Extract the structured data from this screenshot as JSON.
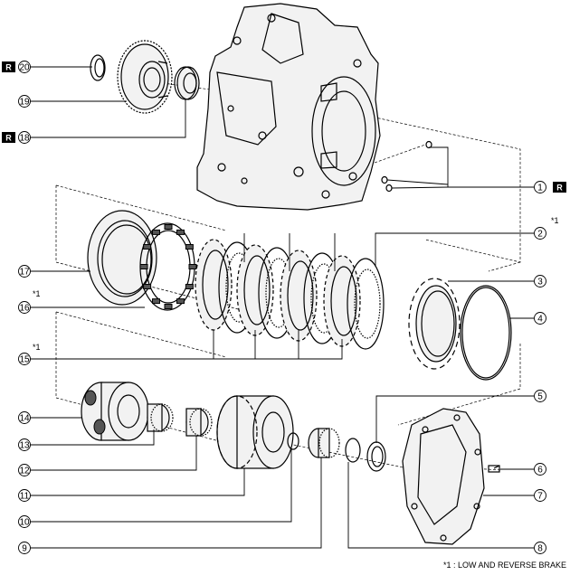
{
  "callouts": [
    {
      "id": "1",
      "label": "1",
      "replace": true
    },
    {
      "id": "2",
      "label": "2",
      "note": "*1"
    },
    {
      "id": "3",
      "label": "3"
    },
    {
      "id": "4",
      "label": "4"
    },
    {
      "id": "5",
      "label": "5"
    },
    {
      "id": "6",
      "label": "6"
    },
    {
      "id": "7",
      "label": "7"
    },
    {
      "id": "8",
      "label": "8"
    },
    {
      "id": "9",
      "label": "9"
    },
    {
      "id": "10",
      "label": "10"
    },
    {
      "id": "11",
      "label": "11"
    },
    {
      "id": "12",
      "label": "12"
    },
    {
      "id": "13",
      "label": "13"
    },
    {
      "id": "14",
      "label": "14"
    },
    {
      "id": "15",
      "label": "15",
      "note": "*1"
    },
    {
      "id": "16",
      "label": "16",
      "note": "*1"
    },
    {
      "id": "17",
      "label": "17"
    },
    {
      "id": "18",
      "label": "18",
      "replace": true
    },
    {
      "id": "19",
      "label": "19"
    },
    {
      "id": "20",
      "label": "20",
      "replace": true
    }
  ],
  "replace_mark": "R",
  "note_marker": "*1",
  "footnote": "*1 : LOW AND REVERSE BRAKE"
}
